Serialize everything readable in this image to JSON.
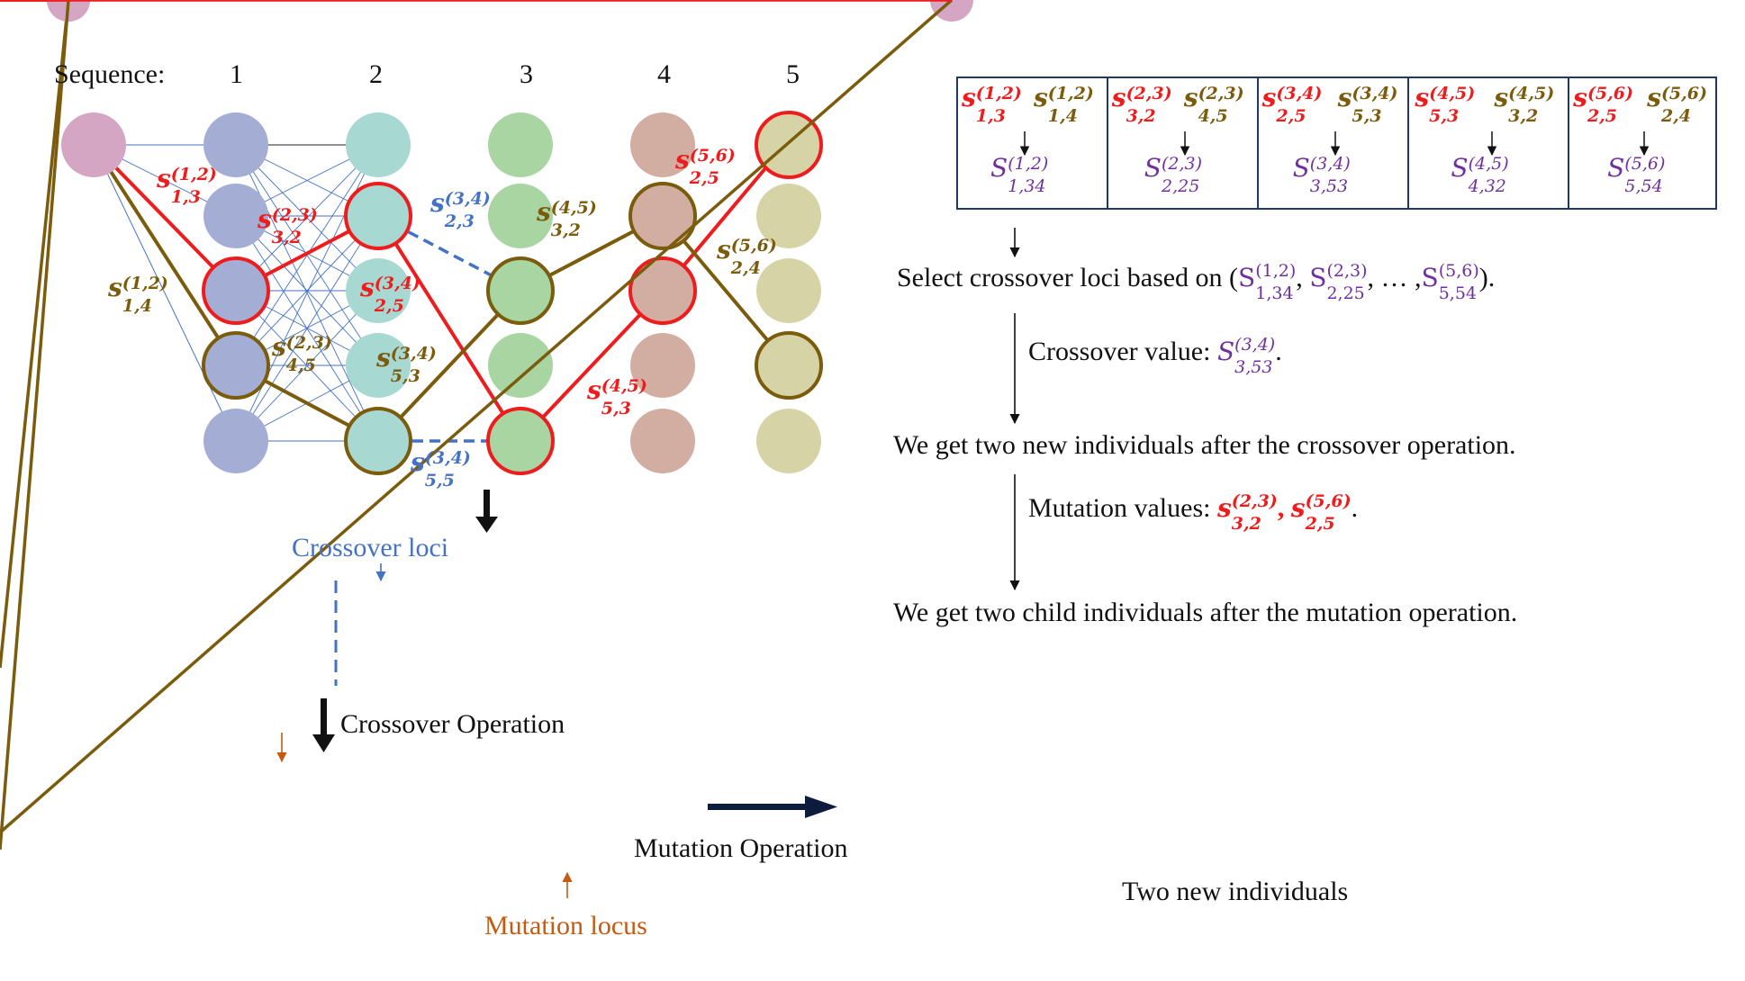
{
  "header": {
    "sequence_label": "Sequence:",
    "columns": [
      "1",
      "2",
      "3",
      "4",
      "5"
    ]
  },
  "colors": {
    "red": "#ee1c1c",
    "olive": "#7a5c0c",
    "blue": "#4472c4",
    "purple": "#7030a0",
    "orange": "#c55a11",
    "navy": "#1f3864",
    "node_pink": "#d5a6c4",
    "node_blue": "#a4aed4",
    "node_teal": "#a7d8d2",
    "node_green": "#a8d5a2",
    "node_tan": "#d2aea2",
    "node_khaki": "#d6d4a6"
  },
  "graph_labels": {
    "red_1_3": {
      "base": "s",
      "sup": "(1,2)",
      "sub": "1,3"
    },
    "olive_1_4": {
      "base": "s",
      "sup": "(1,2)",
      "sub": "1,4"
    },
    "red_3_2": {
      "base": "s",
      "sup": "(2,3)",
      "sub": "3,2"
    },
    "olive_4_5": {
      "base": "s",
      "sup": "(2,3)",
      "sub": "4,5"
    },
    "blue_2_3": {
      "base": "s",
      "sup": "(3,4)",
      "sub": "2,3"
    },
    "red_2_5": {
      "base": "s",
      "sup": "(3,4)",
      "sub": "2,5"
    },
    "olive_5_3": {
      "base": "s",
      "sup": "(3,4)",
      "sub": "5,3"
    },
    "blue_5_5": {
      "base": "s",
      "sup": "(3,4)",
      "sub": "5,5"
    },
    "olive_3_2": {
      "base": "s",
      "sup": "(4,5)",
      "sub": "3,2"
    },
    "red_5_3": {
      "base": "s",
      "sup": "(4,5)",
      "sub": "5,3"
    },
    "red_2_5b": {
      "base": "s",
      "sup": "(5,6)",
      "sub": "2,5"
    },
    "olive_2_4": {
      "base": "s",
      "sup": "(5,6)",
      "sub": "2,4"
    }
  },
  "table": {
    "cells": [
      {
        "red": {
          "sup": "(1,2)",
          "sub": "1,3"
        },
        "olive": {
          "sup": "(1,2)",
          "sub": "1,4"
        },
        "purple": {
          "base": "S",
          "sup": "(1,2)",
          "sub": "1,34"
        }
      },
      {
        "red": {
          "sup": "(2,3)",
          "sub": "3,2"
        },
        "olive": {
          "sup": "(2,3)",
          "sub": "4,5"
        },
        "purple": {
          "base": "S",
          "sup": "(2,3)",
          "sub": "2,25"
        }
      },
      {
        "red": {
          "sup": "(3,4)",
          "sub": "2,5"
        },
        "olive": {
          "sup": "(3,4)",
          "sub": "5,3"
        },
        "purple": {
          "base": "S",
          "sup": "(3,4)",
          "sub": "3,53"
        }
      },
      {
        "red": {
          "sup": "(4,5)",
          "sub": "5,3"
        },
        "olive": {
          "sup": "(4,5)",
          "sub": "3,2"
        },
        "purple": {
          "base": "S",
          "sup": "(4,5)",
          "sub": "4,32"
        }
      },
      {
        "red": {
          "sup": "(5,6)",
          "sub": "2,5"
        },
        "olive": {
          "sup": "(5,6)",
          "sub": "2,4"
        },
        "purple": {
          "base": "S",
          "sup": "(5,6)",
          "sub": "5,54"
        }
      }
    ]
  },
  "steps": {
    "select_prefix": "Select crossover loci based on (",
    "select_s1": {
      "base": "S",
      "sup": "(1,2)",
      "sub": "1,34"
    },
    "select_s2": {
      "base": "S",
      "sup": "(2,3)",
      "sub": "2,25"
    },
    "select_ellipsis": ", … ,",
    "select_s3": {
      "base": "S",
      "sup": "(5,6)",
      "sub": "5,54"
    },
    "select_suffix": ").",
    "crossover_value_label": "Crossover value: ",
    "crossover_value": {
      "base": "S",
      "sup": "(3,4)",
      "sub": "3,53"
    },
    "after_crossover": "We get two new individuals after the crossover operation.",
    "mutation_values_label": "Mutation values: ",
    "mutation_v1": {
      "base": "s",
      "sup": "(2,3)",
      "sub": "3,2"
    },
    "mutation_v2": {
      "base": "s",
      "sup": "(5,6)",
      "sub": "2,5"
    },
    "after_mutation": "We get two child individuals after the mutation operation."
  },
  "lower": {
    "crossover_loci_label": "Crossover loci",
    "crossover_operation_label": "Crossover Operation",
    "mutation_operation_label": "Mutation Operation",
    "mutation_locus_label": "Mutation locus",
    "two_new_individuals_label": "Two new individuals"
  }
}
